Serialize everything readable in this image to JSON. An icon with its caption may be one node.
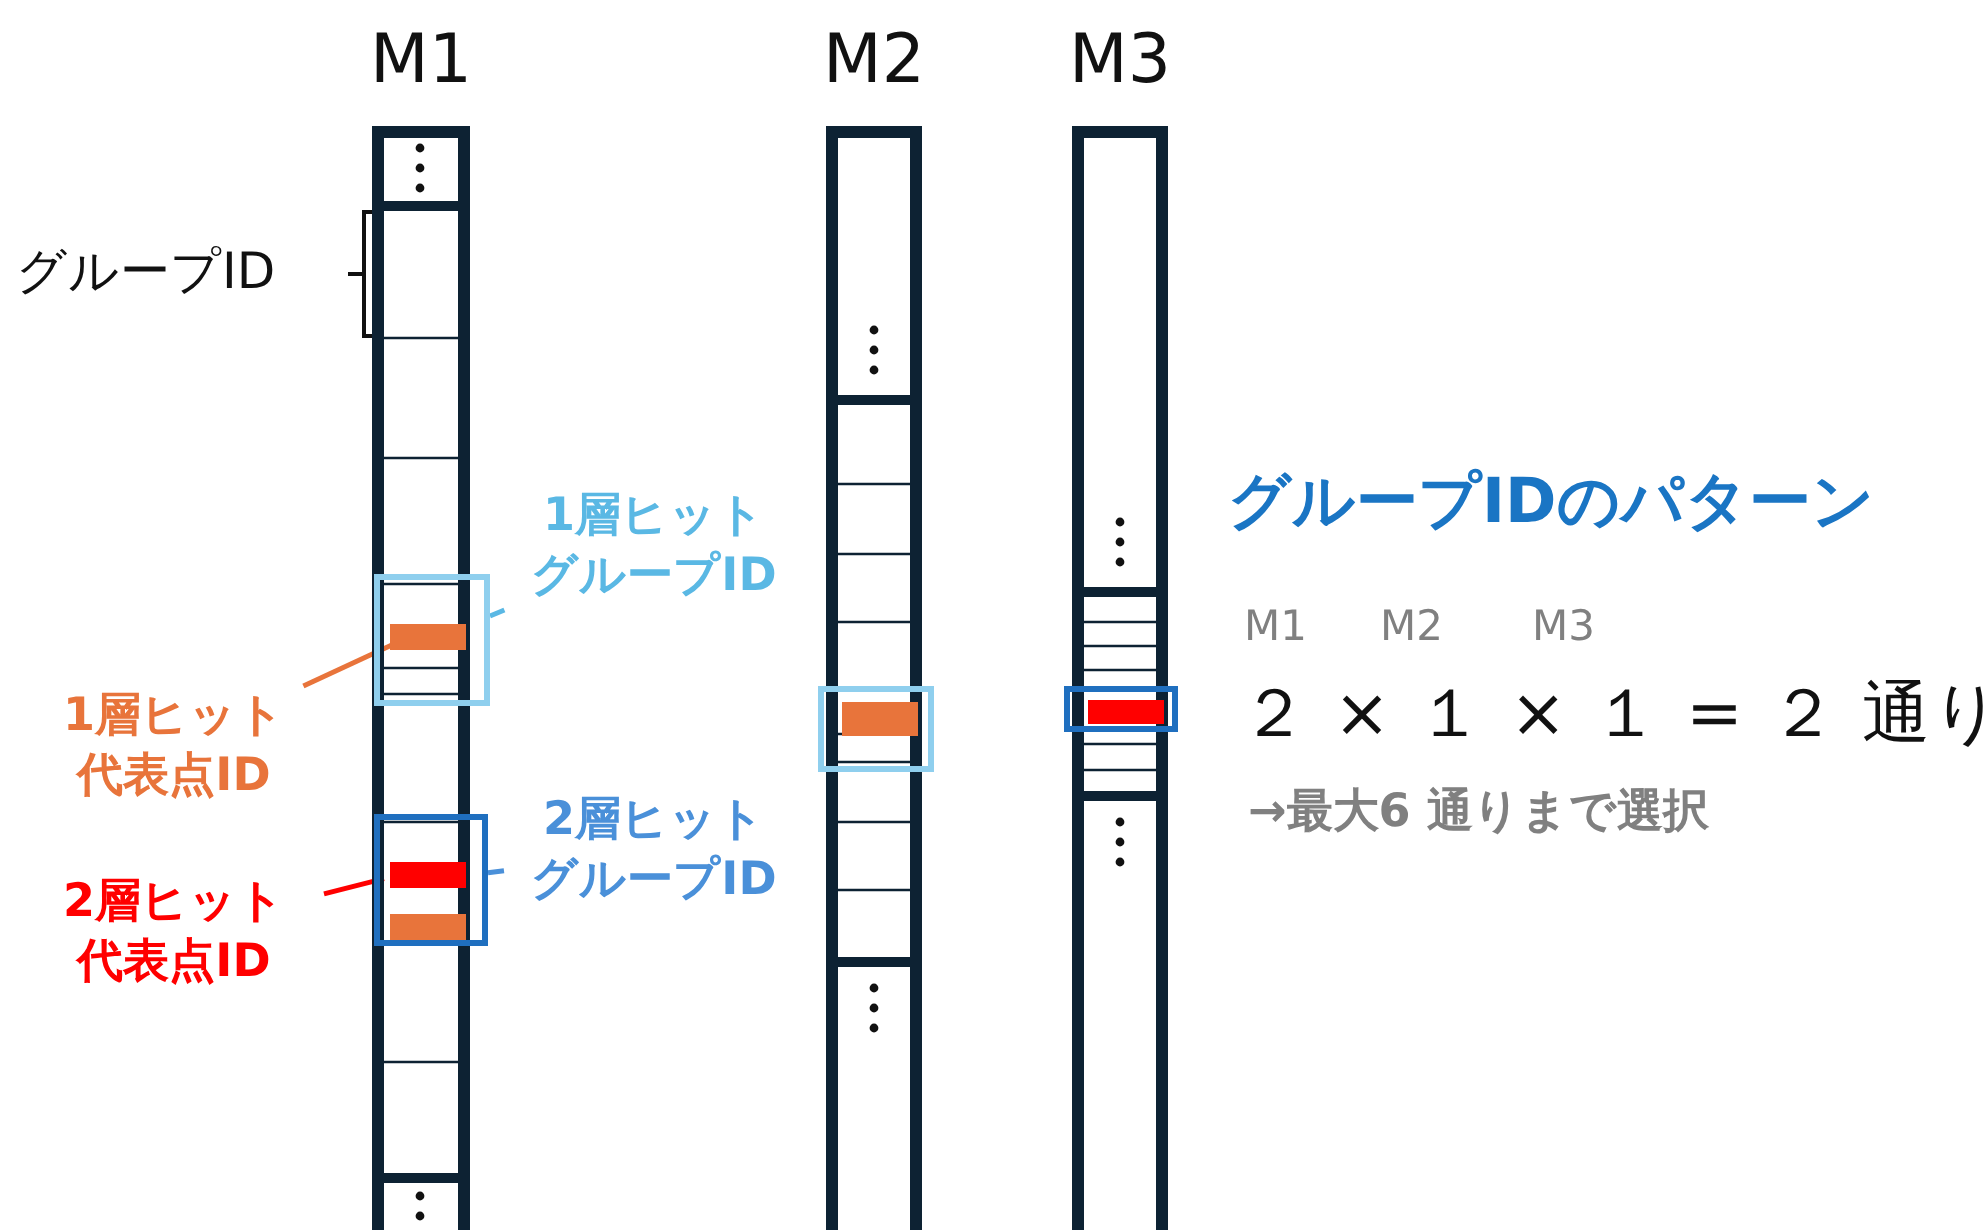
{
  "diagram": {
    "title": "グループIDのパターン",
    "nodes": [
      {
        "text": [
          "M1"
        ]
      },
      {
        "text": [],
        "shape": "box"
      },
      {
        "text": [],
        "shape": "bar",
        "in": 1
      },
      {
        "text": [],
        "shape": "box"
      },
      {
        "text": [],
        "shape": "bar",
        "in": 3
      },
      {
        "text": [],
        "shape": "bar",
        "in": 3
      },
      {
        "text": [
          "M2"
        ]
      },
      {
        "text": [],
        "shape": "box"
      },
      {
        "text": [],
        "shape": "bar",
        "in": 7
      },
      {
        "text": [
          "M3"
        ]
      },
      {
        "text": [],
        "shape": "box"
      },
      {
        "text": [],
        "shape": "bar",
        "in": 10
      },
      {
        "text": [
          "1層ヒットグループID"
        ]
      },
      {
        "text": [
          "1層ヒット代表点ID"
        ]
      },
      {
        "text": [
          "2層ヒットグループID"
        ]
      },
      {
        "text": [
          "2層ヒット代表点ID"
        ]
      }
    ],
    "edges": [
      {
        "from": 12,
        "to": 1,
        "arrow": "none",
        "color": "#5ab8e4"
      },
      {
        "from": 13,
        "to": 2,
        "arrow": "none",
        "color": "#e8743b"
      },
      {
        "from": 14,
        "to": 3,
        "arrow": "none",
        "color": "#4a90d9"
      },
      {
        "from": 15,
        "to": 4,
        "arrow": "none",
        "color": "#ff0000"
      }
    ],
    "labels": [
      "グループID",
      "M1",
      "M2",
      "M3",
      "２ × １ × １ = ２ 通り",
      "→最大6 通りまで選択"
    ]
  }
}
